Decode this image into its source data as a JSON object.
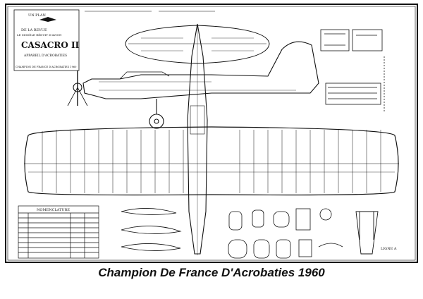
{
  "title_block": {
    "line1": "UN PLAN",
    "line2": "DE LA REVUE",
    "line3": "LE MODÈLE RÉDUIT D'AVION",
    "name": "CASACRO II",
    "line4": "APPAREIL D'ACROBATIES",
    "line5": "CHAMPION DE FRANCE D'ACROBATIES 1960"
  },
  "nomenclature": {
    "header": "NOMENCLATURE"
  },
  "detail_label": "LIGNE A",
  "caption": "Champion De France D'Acrobaties 1960",
  "colors": {
    "ink": "#111111",
    "paper": "#ffffff"
  }
}
